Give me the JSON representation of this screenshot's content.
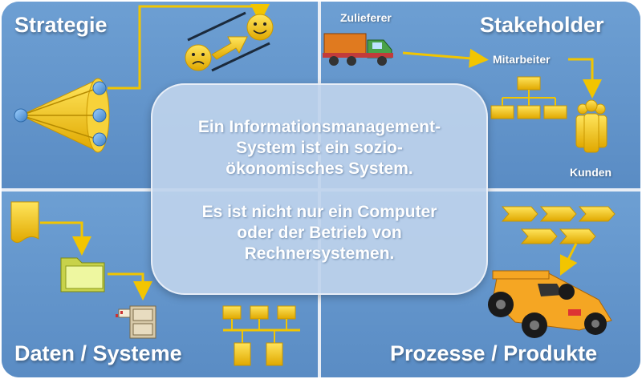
{
  "quadrants": {
    "top_left": {
      "title": "Strategie"
    },
    "top_right": {
      "title": "Stakeholder",
      "labels": {
        "supplier": "Zulieferer",
        "employees": "Mitarbeiter",
        "customers": "Kunden"
      }
    },
    "bottom_left": {
      "title": "Daten / Systeme"
    },
    "bottom_right": {
      "title": "Prozesse / Produkte"
    }
  },
  "center": {
    "text1": "Ein Informationsmanagement-System ist ein sozio-ökonomisches System.",
    "text1_lines": [
      "Ein Informationsmanagement-",
      "System ist ein sozio-",
      "ökonomisches System."
    ],
    "text2": "Es ist nicht nur ein Computer oder der Betrieb von Rechnersystemen.",
    "text2_lines": [
      "Es ist nicht nur ein Computer",
      "oder der Betrieb von",
      "Rechnersystemen."
    ]
  },
  "colors": {
    "background": "#5b8fc6",
    "accent_yellow": "#f2c500",
    "divider": "#e9eef6",
    "box": "#bed2eb"
  },
  "icons": [
    "funnel-icon",
    "sad-face-icon",
    "smiley-face-icon",
    "truck-icon",
    "org-chart-icon",
    "people-group-icon",
    "document-icon",
    "folder-icon",
    "file-cabinet-icon",
    "network-icon",
    "chevron-arrows-icon",
    "race-car-icon"
  ]
}
